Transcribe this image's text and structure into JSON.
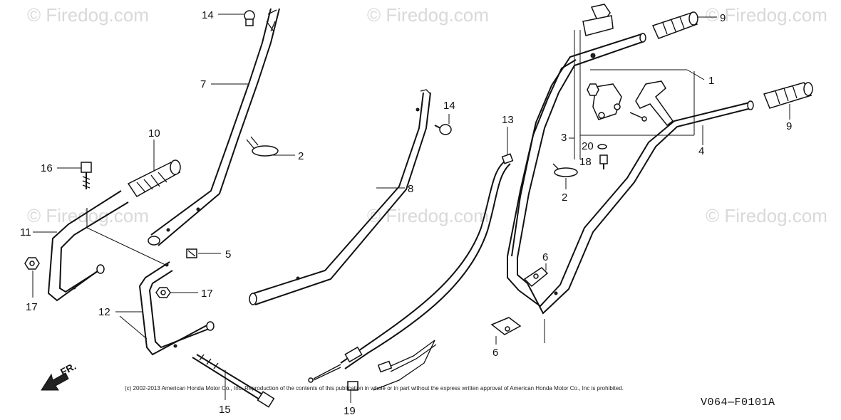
{
  "watermark": {
    "text": "© Firedog.com"
  },
  "callouts": [
    "1",
    "2",
    "3",
    "4",
    "5",
    "6",
    "7",
    "8",
    "9",
    "10",
    "11",
    "12",
    "13",
    "14",
    "15",
    "16",
    "17",
    "18",
    "19",
    "20"
  ],
  "direction_label": "FR.",
  "copyright": "(c) 2002-2013 American Honda Motor Co., Inc. Reproduction of the contents of this publication in whole or in part without the express written approval of American Honda Motor Co., Inc is prohibited.",
  "diagram_code": "V064—F0101A"
}
